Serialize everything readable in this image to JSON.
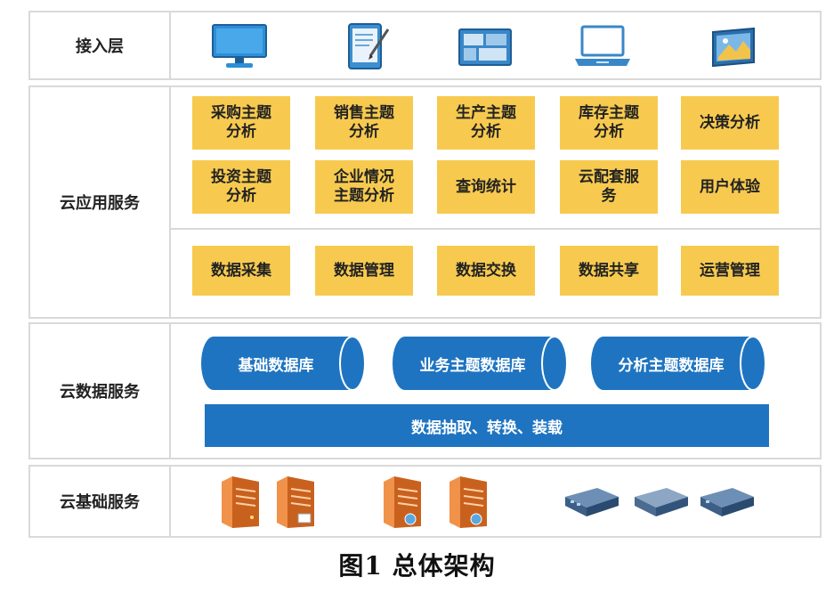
{
  "layers": {
    "access": {
      "label": "接入层"
    },
    "app": {
      "label": "云应用服务",
      "row1": [
        "采购主题\n分析",
        "销售主题\n分析",
        "生产主题\n分析",
        "库存主题\n分析",
        "决策分析"
      ],
      "row2": [
        "投资主题\n分析",
        "企业情况\n主题分析",
        "查询统计",
        "云配套服\n务",
        "用户体验"
      ],
      "row3": [
        "数据采集",
        "数据管理",
        "数据交换",
        "数据共享",
        "运营管理"
      ]
    },
    "data": {
      "label": "云数据服务",
      "databases": [
        "基础数据库",
        "业务主题数据库",
        "分析主题数据库"
      ],
      "etl": "数据抽取、转换、装载"
    },
    "infra": {
      "label": "云基础服务"
    }
  },
  "access_icons": [
    "monitor-icon",
    "tablet-icon",
    "display-board-icon",
    "laptop-icon",
    "large-screen-icon"
  ],
  "infra_icons": [
    "server-icon",
    "server-icon",
    "server-icon",
    "server-icon",
    "switch-icon",
    "switch-icon",
    "switch-icon"
  ],
  "colors": {
    "module": "#f7ca4f",
    "database": "#1f74c1",
    "border": "#d9d9d9"
  },
  "caption": "图1 总体架构"
}
